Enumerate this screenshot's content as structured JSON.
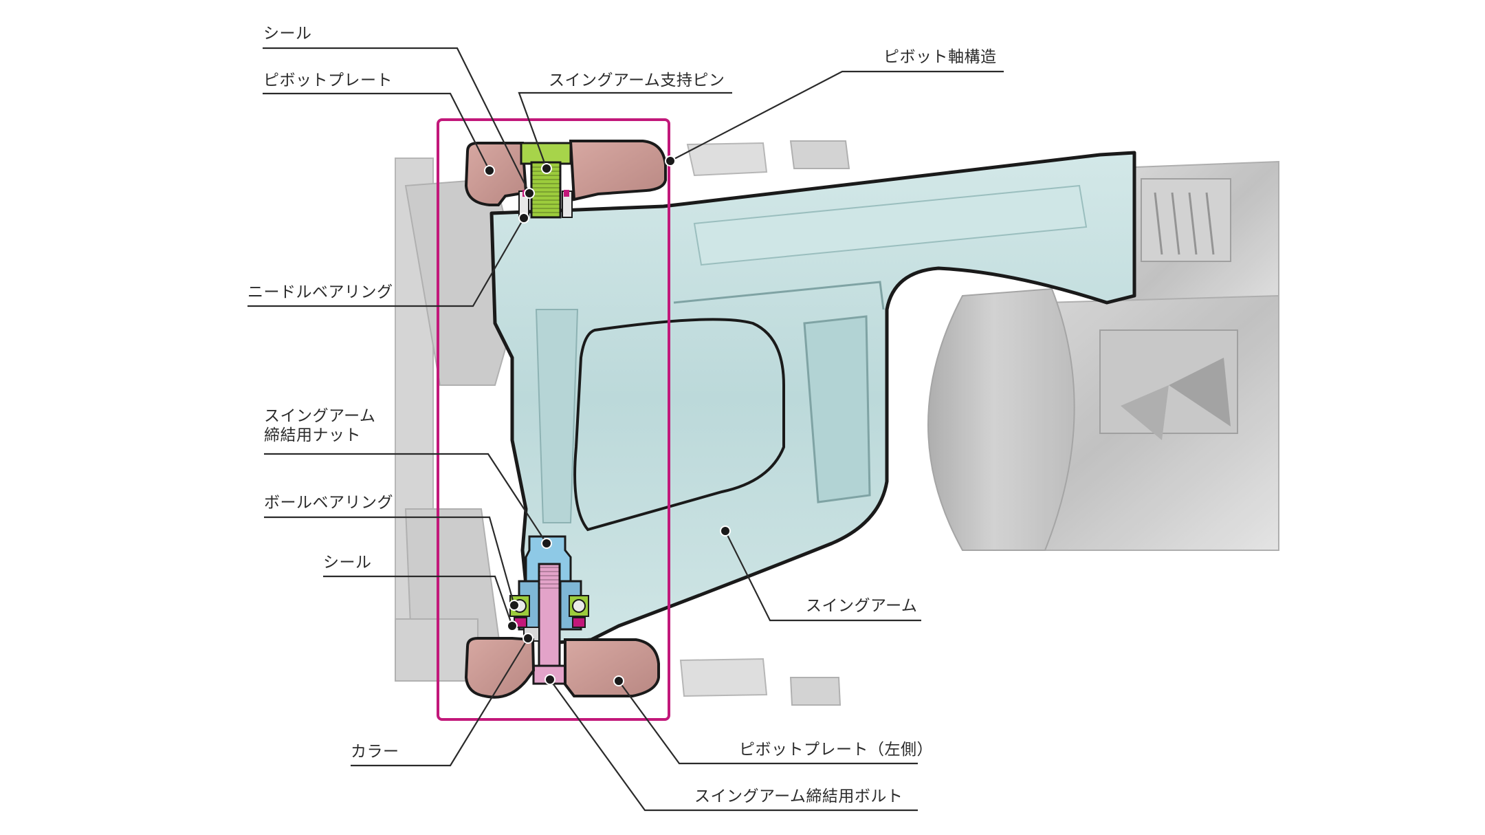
{
  "labels": {
    "seal_top": "シール",
    "pivot_plate": "ピボットプレート",
    "needle_bearing": "ニードルベアリング",
    "swingarm_nut_line1": "スイングアーム",
    "swingarm_nut_line2": "締結用ナット",
    "ball_bearing": "ボールベアリング",
    "seal_bottom": "シール",
    "collar": "カラー",
    "swingarm_support_pin": "スイングアーム支持ピン",
    "pivot_shaft_structure": "ピボット軸構造",
    "swingarm": "スイングアーム",
    "pivot_plate_left": "ピボットプレート（左側）",
    "swingarm_bolt": "スイングアーム締結用ボルト"
  },
  "colors": {
    "highlight_frame": "#c2187a",
    "pivot_plate_fill": "#c9948f",
    "swingarm_fill": "#c6dfe0",
    "pin_fill": "#9ccc3c",
    "nut_fill": "#8ec9e6",
    "bolt_fill": "#e3a3c9",
    "engine_gray": "#bdbdbd",
    "leader_line": "#2a2a2a"
  }
}
